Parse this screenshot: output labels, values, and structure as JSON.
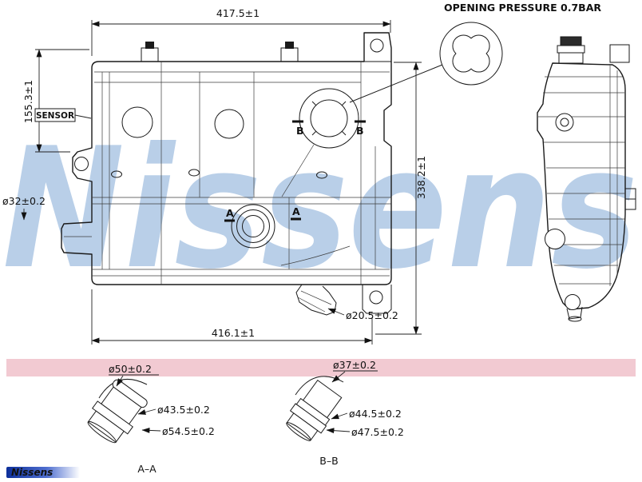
{
  "watermark_text": "Nissens",
  "opening_pressure_label": "OPENING PRESSURE 0.7BAR",
  "front_view": {
    "dim_width_top": "417.5±1",
    "dim_height_left": "155.3±1",
    "dim_height_right": "338.2±1",
    "dim_width_bottom": "416.1±1",
    "sensor_label": "SENSOR",
    "port_left_dia": "ø32±0.2",
    "port_bottom_dia": "ø20.5±0.2",
    "section_a_label": "A",
    "section_b_label": "B"
  },
  "details": {
    "aa": {
      "title": "A–A",
      "dia_1": "ø50±0.2",
      "dia_2": "ø43.5±0.2",
      "dia_3": "ø54.5±0.2"
    },
    "bb": {
      "title": "B–B",
      "dia_1": "ø37±0.2",
      "dia_2": "ø44.5±0.2",
      "dia_3": "ø47.5±0.2"
    }
  },
  "logo_text": "Nissens",
  "colors": {
    "line": "#1a1a1a",
    "watermark": "#b9cfe8",
    "band_pink": "#f2cad2",
    "logo_blue": "#0d2f9a"
  }
}
